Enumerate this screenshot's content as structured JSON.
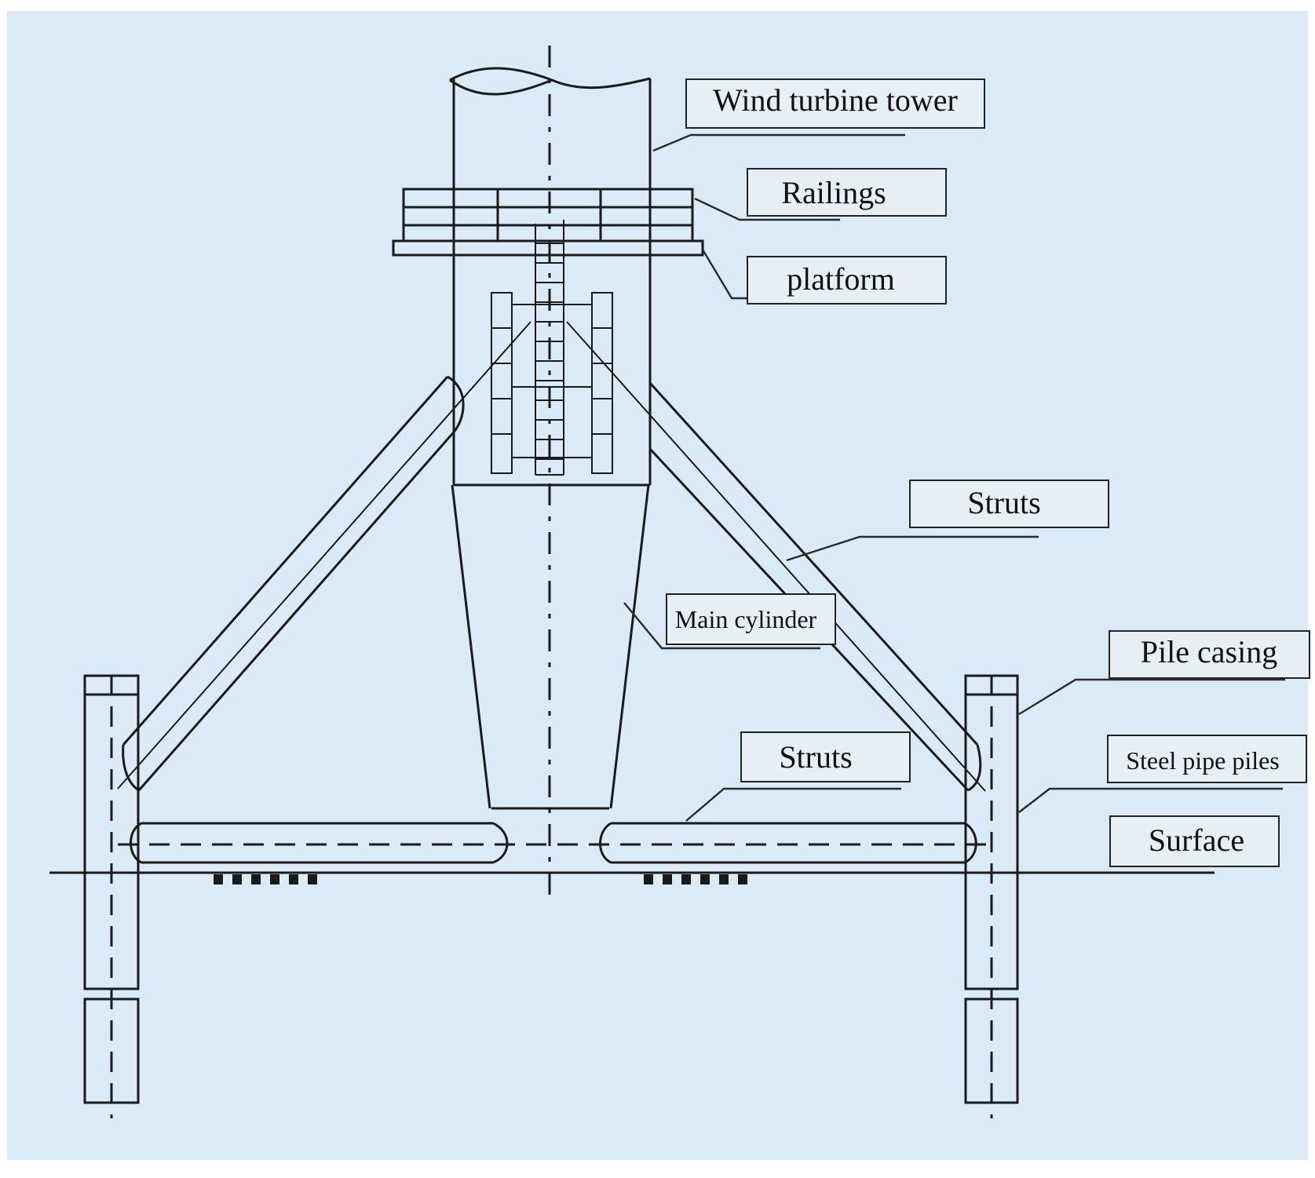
{
  "colors": {
    "background": "#daeaf6",
    "outer_background": "#ffffff",
    "line": "#1a1a1a",
    "label_fill": "#e6eef6"
  },
  "labels": {
    "wind_turbine_tower": "Wind turbine tower",
    "railings": "Railings",
    "platform": "platform",
    "struts_upper": "Struts",
    "main_cylinder": "Main cylinder",
    "pile_casing": "Pile casing",
    "struts_lower": "Struts",
    "steel_pipe_piles": "Steel pipe piles",
    "surface": "Surface"
  }
}
